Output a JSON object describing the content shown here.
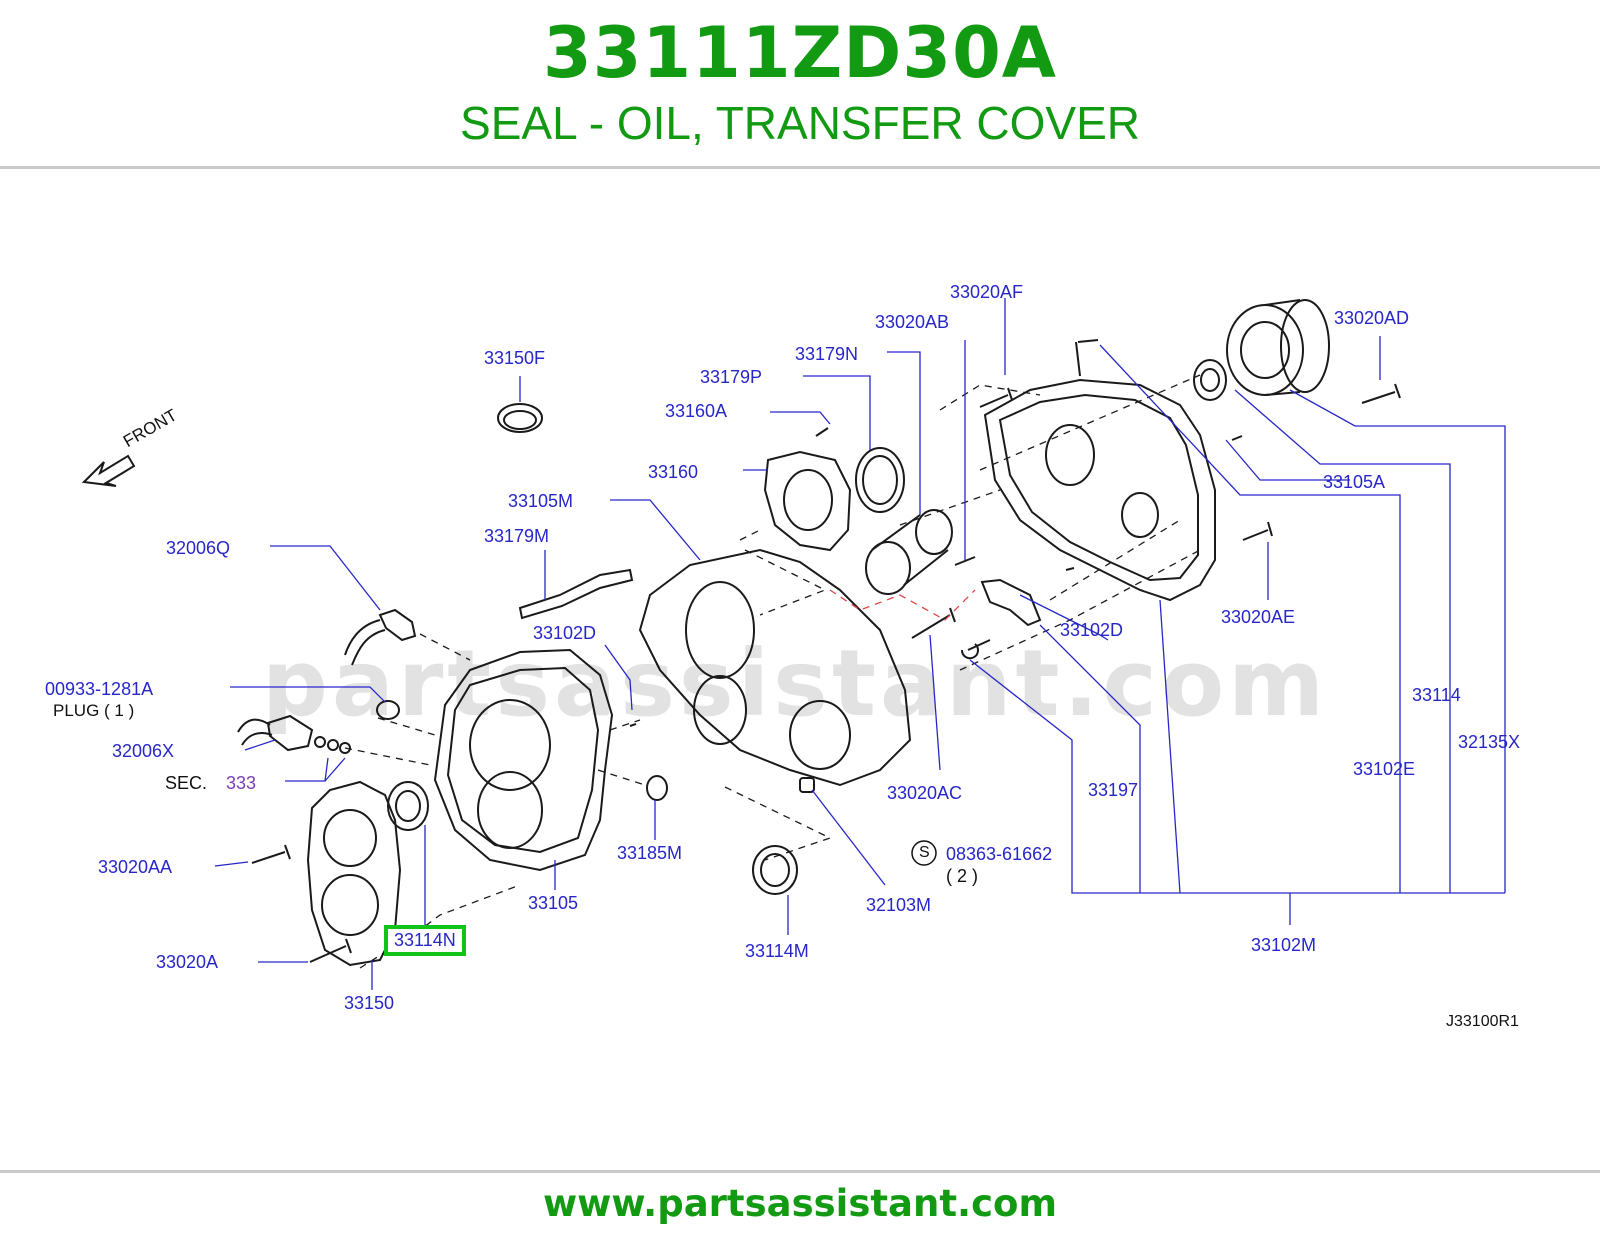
{
  "header": {
    "part_number": "33111ZD30A",
    "description": "SEAL - OIL, TRANSFER COVER"
  },
  "diagram": {
    "front_label": "FRONT",
    "watermark": "partsassistant.com",
    "highlighted_part": "33114N",
    "sec_label": "SEC.",
    "sec_ref": "333",
    "plug_label": "PLUG ( 1 )",
    "qty_2": "( 2 )",
    "s_mark": "S",
    "drawing_id": "J33100R1",
    "labels": {
      "l_33020AF": "33020AF",
      "l_33020AB": "33020AB",
      "l_33020AD": "33020AD",
      "l_33150F": "33150F",
      "l_33179N": "33179N",
      "l_33179P": "33179P",
      "l_33160A": "33160A",
      "l_33160": "33160",
      "l_33105M": "33105M",
      "l_33105A": "33105A",
      "l_32006Q": "32006Q",
      "l_33179M": "33179M",
      "l_33102D_a": "33102D",
      "l_33102D_b": "33102D",
      "l_33020AE": "33020AE",
      "l_00933": "00933-1281A",
      "l_32006X": "32006X",
      "l_33114": "33114",
      "l_32135X": "32135X",
      "l_33102E": "33102E",
      "l_33020AC": "33020AC",
      "l_33197": "33197",
      "l_33185M": "33185M",
      "l_33020AA": "33020AA",
      "l_08363": "08363-61662",
      "l_33105": "33105",
      "l_32103M": "32103M",
      "l_33020A": "33020A",
      "l_33114M": "33114M",
      "l_33102M": "33102M",
      "l_33150": "33150"
    }
  },
  "footer": {
    "url": "www.partsassistant.com"
  },
  "colors": {
    "brand_green": "#139a13",
    "label_blue": "#2727c9",
    "highlight_green": "#12c41a",
    "rule_gray": "#c9c9c9"
  }
}
